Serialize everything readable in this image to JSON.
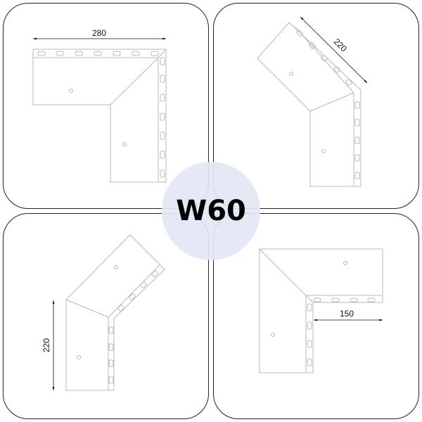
{
  "badge": {
    "label": "W60",
    "color": "#e2e7f4"
  },
  "panels": [
    {
      "id": "top-left",
      "view": "90-degree horizontal bend",
      "dimension": "280"
    },
    {
      "id": "top-right",
      "view": "angled bend (rotated)",
      "dimension": "220"
    },
    {
      "id": "bottom-left",
      "view": "angled bend",
      "dimension": "220"
    },
    {
      "id": "bottom-right",
      "view": "90-degree bend (inside)",
      "dimension": "150"
    }
  ],
  "colors": {
    "line": "#b8b8b8",
    "border": "#222222",
    "dimension": "#111111"
  }
}
